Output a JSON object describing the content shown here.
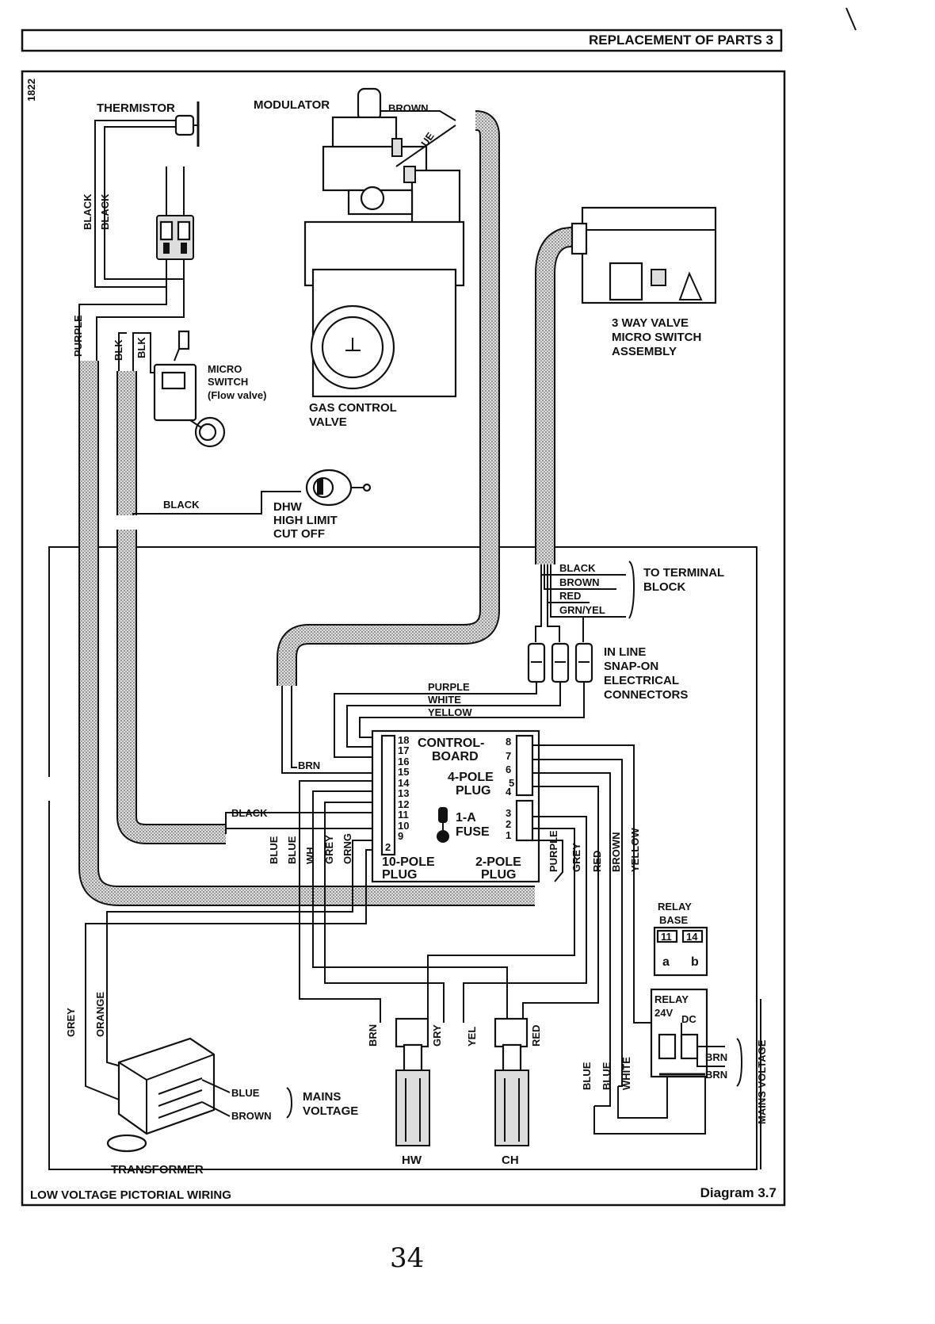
{
  "header": {
    "title": "REPLACEMENT OF PARTS 3"
  },
  "margin_code": "1822",
  "footer": {
    "left": "LOW VOLTAGE   PICTORIAL WIRING",
    "right": "Diagram 3.7"
  },
  "page_number": "34",
  "components": {
    "thermistor": "THERMISTOR",
    "modulator": "MODULATOR",
    "gas_valve": [
      "GAS CONTROL",
      "VALVE"
    ],
    "three_way": [
      "3 WAY VALVE",
      "MICRO SWITCH",
      "ASSEMBLY"
    ],
    "micro_switch": [
      "MICRO",
      "SWITCH",
      "(Flow valve)"
    ],
    "dhw": [
      "DHW",
      "HIGH LIMIT",
      "CUT OFF"
    ],
    "terminal_block": [
      "TO TERMINAL",
      "BLOCK"
    ],
    "snap_on": [
      "IN LINE",
      "SNAP-ON",
      "ELECTRICAL",
      "CONNECTORS"
    ],
    "control_board": "CONTROL-",
    "board": "BOARD",
    "four_pole": [
      "4-POLE",
      "PLUG"
    ],
    "fuse": [
      "1-A",
      "FUSE"
    ],
    "ten_pole": [
      "10-POLE",
      "PLUG"
    ],
    "two_pole": [
      "2-POLE",
      "PLUG"
    ],
    "relay_base": [
      "RELAY",
      "BASE"
    ],
    "relay_base_pins": [
      "11",
      "14",
      "a",
      "b"
    ],
    "relay": [
      "RELAY",
      "24V",
      "DC"
    ],
    "transformer": "TRANSFORMER",
    "mains_voltage": [
      "MAINS",
      "VOLTAGE"
    ],
    "mains_voltage_vertical": "MAINS VOLTAGE",
    "hw": "HW",
    "ch": "CH"
  },
  "wire_labels": {
    "brown": "BROWN",
    "blue": "BLUE",
    "black": "BLACK",
    "purple": "PURPLE",
    "blk": "BLK",
    "white": "WHITE",
    "yellow": "YELLOW",
    "red": "RED",
    "grn_yel": "GRN/YEL",
    "brn": "BRN",
    "wh": "WH",
    "grey": "GREY",
    "orng": "ORNG",
    "orange": "ORANGE",
    "gry": "GRY",
    "yel": "YEL"
  },
  "board_pins_left": [
    "18",
    "17",
    "16",
    "15",
    "14",
    "13",
    "12",
    "11",
    "10",
    "9",
    "2"
  ],
  "board_pins_right": [
    "8",
    "7",
    "6",
    "5",
    "4",
    "3",
    "2",
    "1"
  ]
}
